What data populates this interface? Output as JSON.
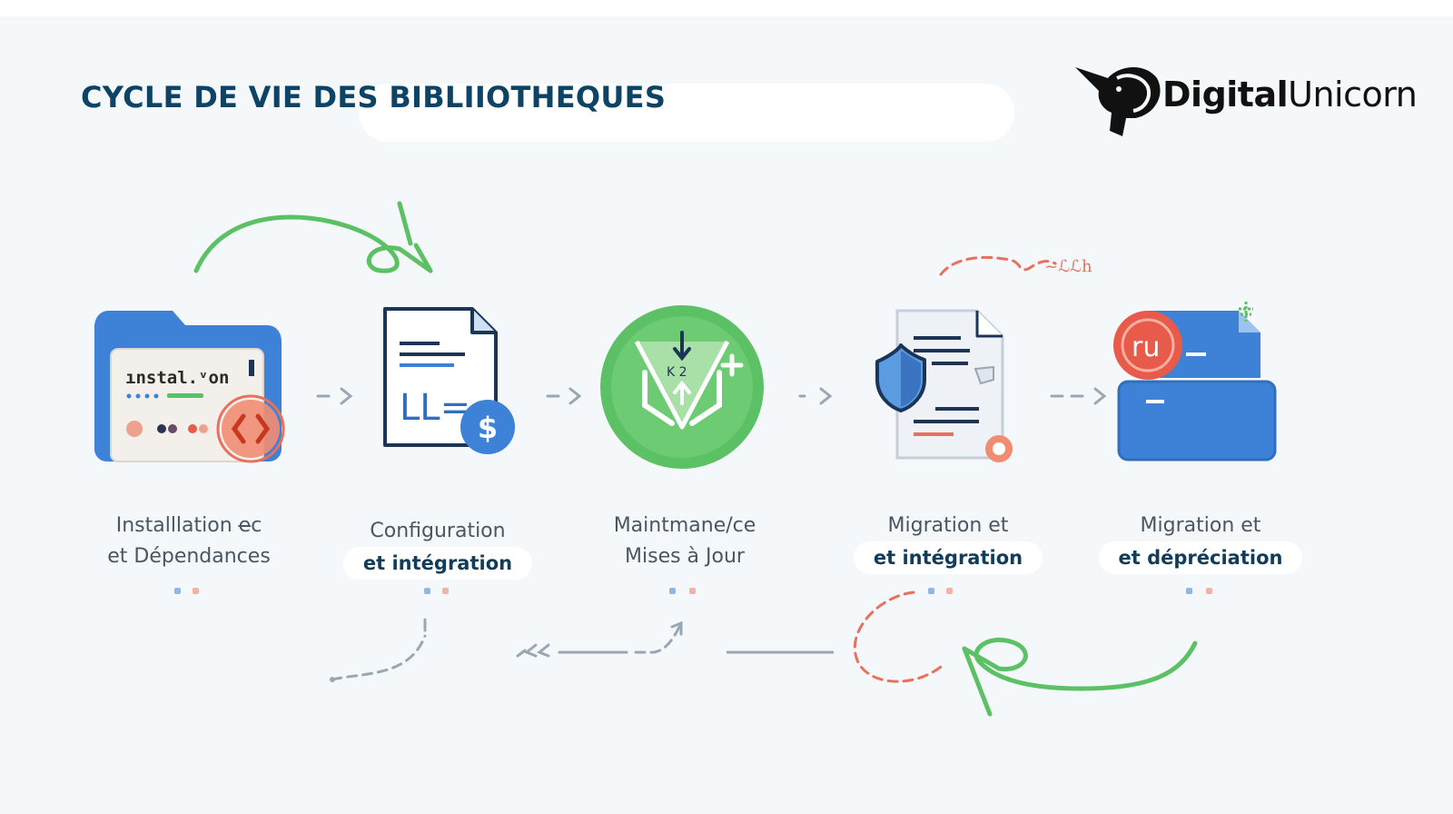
{
  "header": {
    "title": "CYCLE DE VIE DES BIBLIIOTHEQUES"
  },
  "logo": {
    "brand_bold": "Digital",
    "brand_light": "Unicorn"
  },
  "steps": [
    {
      "line1": "Installlation e̶c",
      "line2": "et Dépendances",
      "icon_text": "ınstal.ᵛon",
      "icon": "folder-code-icon"
    },
    {
      "line1": "Configuration",
      "line2": "et intégration",
      "icon_text": "LL=",
      "icon": "document-dollar-icon"
    },
    {
      "line1": "Maintmane/ce",
      "line2": "Mises à Jour",
      "icon_text": "K 2",
      "icon": "green-maintenance-icon"
    },
    {
      "line1": "Migration et",
      "line2": "et intégration",
      "icon": "document-shield-icon"
    },
    {
      "line1": "Migration et",
      "line2": "et dépréciation",
      "icon_text": "ru",
      "icon": "server-drive-icon"
    }
  ],
  "annotations": {
    "scribble": "~ℒℒh"
  },
  "colors": {
    "title": "#0d4466",
    "green": "#5cc065",
    "blue": "#3d82d6",
    "coral": "#e8705c",
    "navy": "#1c3557"
  }
}
